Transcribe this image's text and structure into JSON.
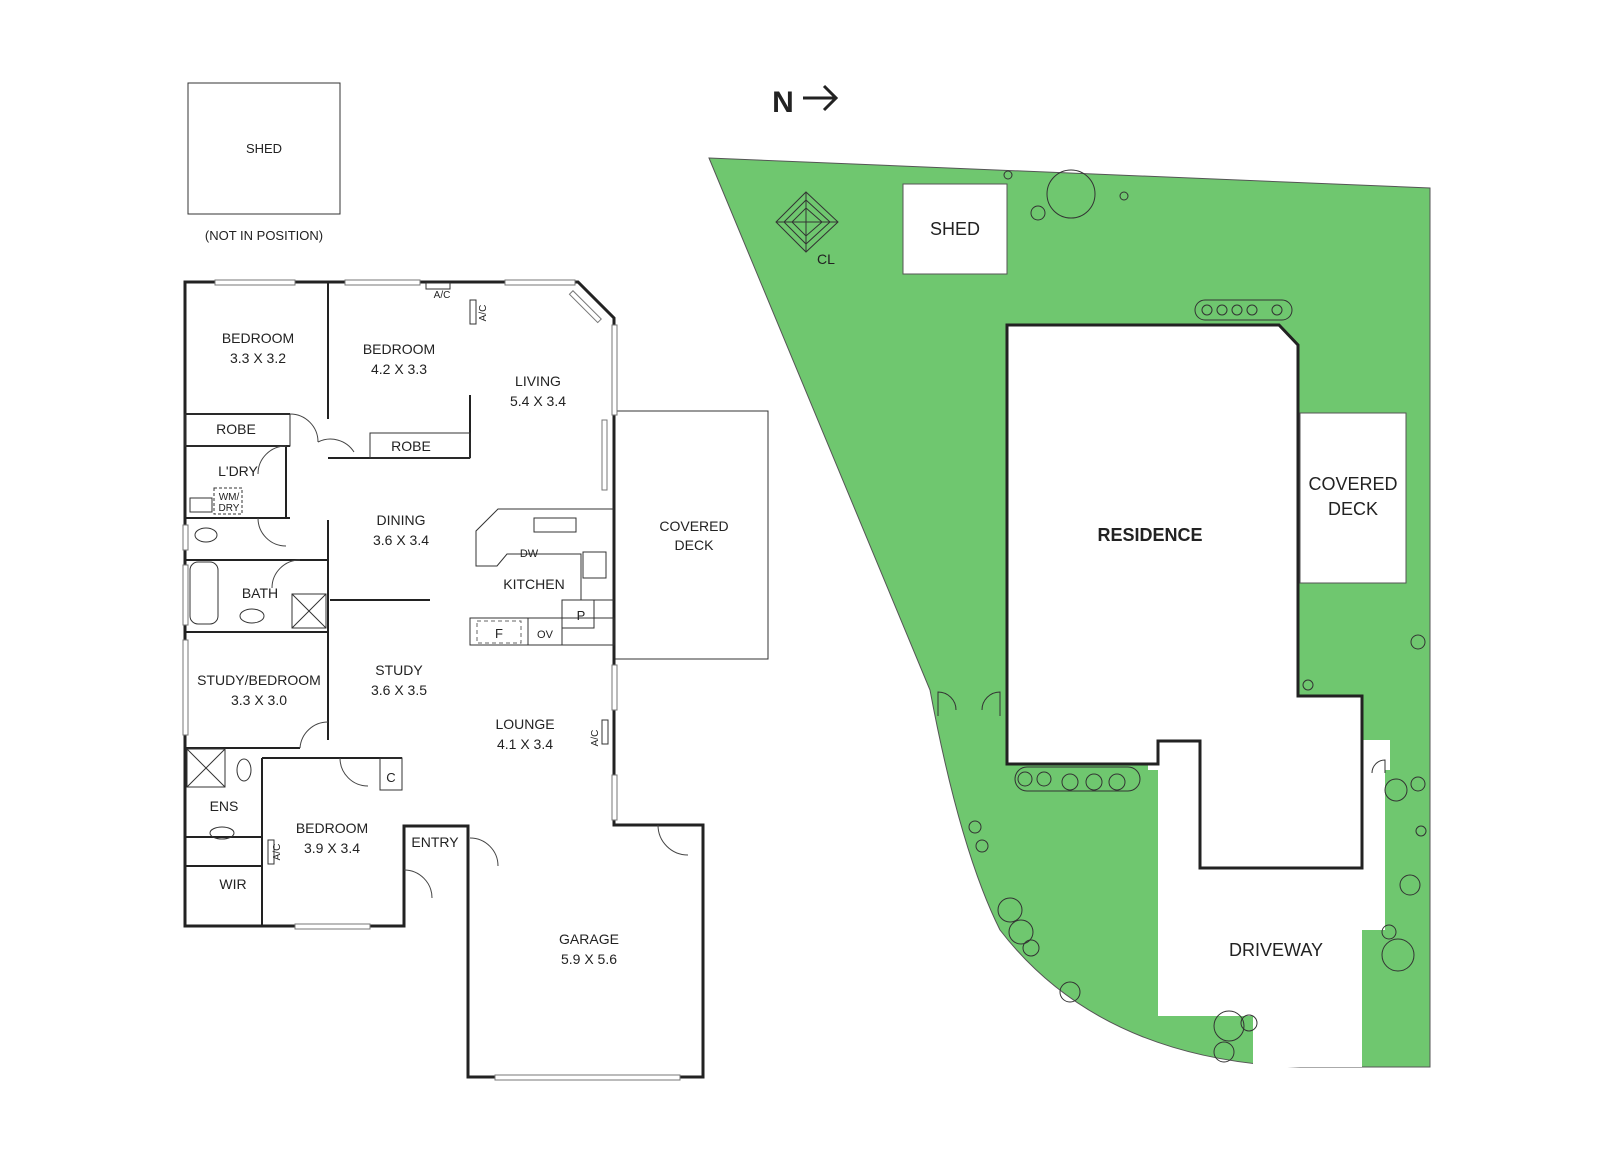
{
  "compass": {
    "letter": "N",
    "arrow": "→"
  },
  "shed_detached": {
    "label": "SHED",
    "note": "(NOT IN POSITION)"
  },
  "floor_plan": {
    "bedroom_1": {
      "name": "BEDROOM",
      "dims": "3.3 X 3.2"
    },
    "bedroom_2": {
      "name": "BEDROOM",
      "dims": "4.2 X 3.3"
    },
    "living": {
      "name": "LIVING",
      "dims": "5.4 X 3.4"
    },
    "robe_1": "ROBE",
    "robe_2": "ROBE",
    "laundry": "L'DRY",
    "wm_dry_1": "WM/",
    "wm_dry_2": "DRY",
    "dining": {
      "name": "DINING",
      "dims": "3.6 X 3.4"
    },
    "kitchen": "KITCHEN",
    "dw": "DW",
    "fridge": "F",
    "oven": "OV",
    "pantry": "P",
    "bath": "BATH",
    "covered_deck_1": "COVERED",
    "covered_deck_2": "DECK",
    "study_bedroom": {
      "name": "STUDY/BEDROOM",
      "dims": "3.3 X 3.0"
    },
    "study": {
      "name": "STUDY",
      "dims": "3.6 X 3.5"
    },
    "lounge": {
      "name": "LOUNGE",
      "dims": "4.1 X 3.4"
    },
    "ens": "ENS",
    "bedroom_3": {
      "name": "BEDROOM",
      "dims": "3.9 X 3.4"
    },
    "wir": "WIR",
    "cupboard": "C",
    "entry": "ENTRY",
    "garage": {
      "name": "GARAGE",
      "dims": "5.9 X 5.6"
    },
    "ac": "A/C"
  },
  "site_plan": {
    "shed": "SHED",
    "clothesline": "CL",
    "residence": "RESIDENCE",
    "covered_deck_1": "COVERED",
    "covered_deck_2": "DECK",
    "driveway": "DRIVEWAY"
  },
  "colors": {
    "lawn": "#6fc76f",
    "walls": "#222222",
    "background": "#ffffff"
  }
}
